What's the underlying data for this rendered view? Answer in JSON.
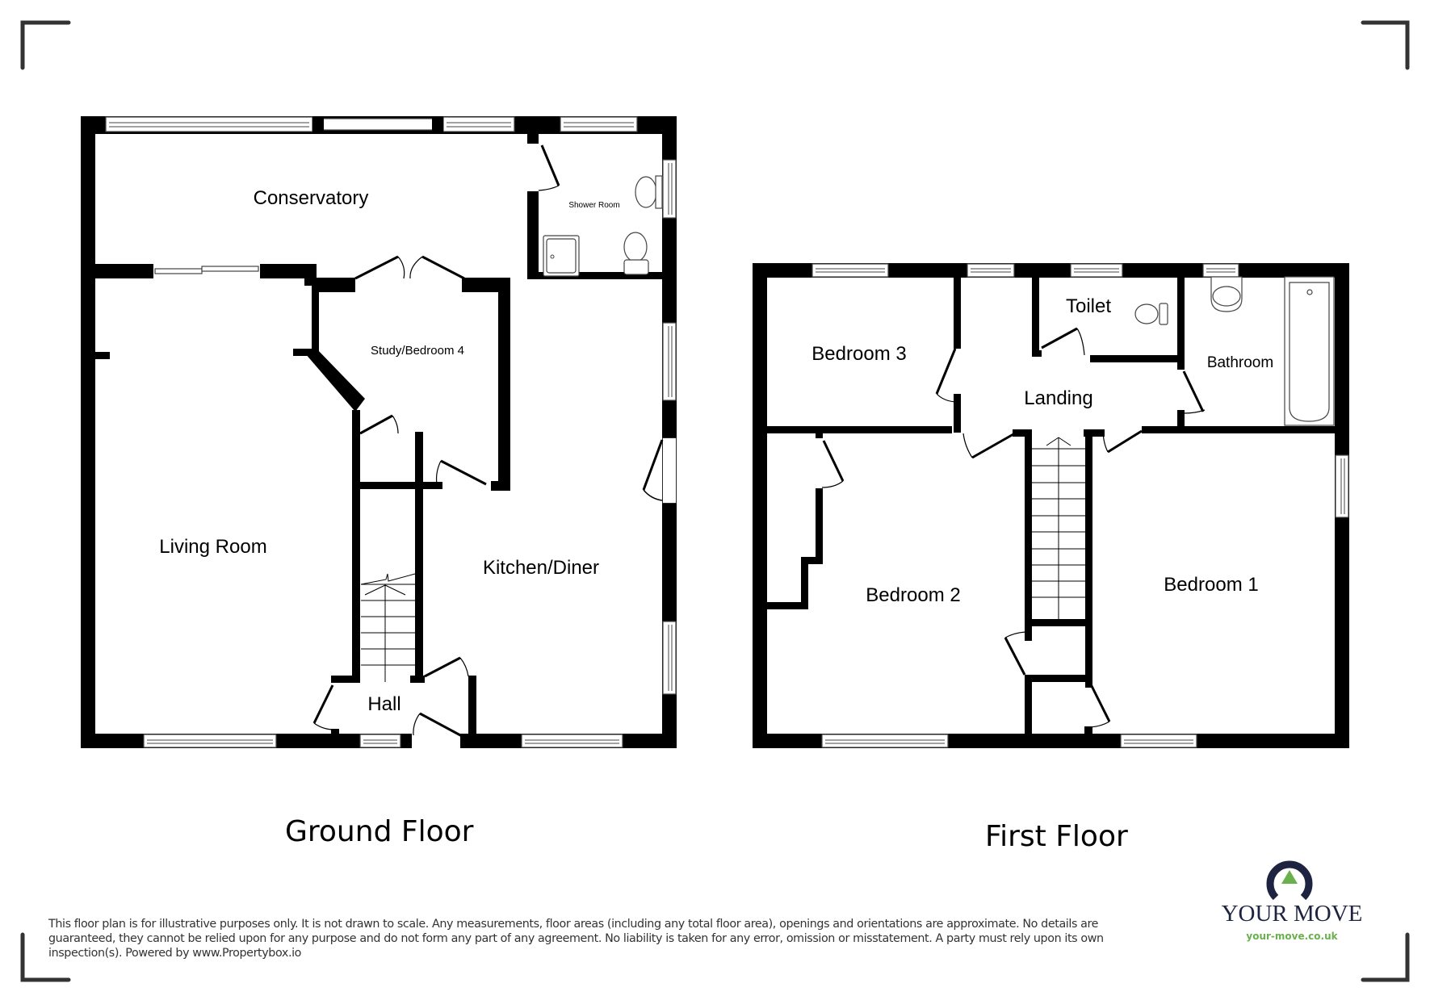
{
  "floors": [
    {
      "title": "Ground Floor",
      "rooms": [
        {
          "label": "Conservatory"
        },
        {
          "label": "Shower Room"
        },
        {
          "label": "Study/Bedroom 4"
        },
        {
          "label": "Living Room"
        },
        {
          "label": "Kitchen/Diner"
        },
        {
          "label": "Hall"
        }
      ]
    },
    {
      "title": "First Floor",
      "rooms": [
        {
          "label": "Bedroom 3"
        },
        {
          "label": "Toilet"
        },
        {
          "label": "Bathroom"
        },
        {
          "label": "Landing"
        },
        {
          "label": "Bedroom 2"
        },
        {
          "label": "Bedroom 1"
        }
      ]
    }
  ],
  "disclaimer": "This floor plan is for illustrative purposes only. It is not drawn to scale. Any measurements, floor areas (including any total floor area), openings and orientations are approximate. No details are guaranteed, they cannot be relied upon for any purpose and do not form any part of any agreement. No liability is taken for any error, omission or misstatement. A party must rely upon its own inspection(s). Powered by www.Propertybox.io",
  "logo": {
    "name": "YOUR MOVE",
    "url": "your-move.co.uk",
    "colors": {
      "navy": "#1d2340",
      "green": "#6ab04c"
    }
  },
  "colors": {
    "wall": "#000000",
    "corner_mark": "#333333"
  }
}
